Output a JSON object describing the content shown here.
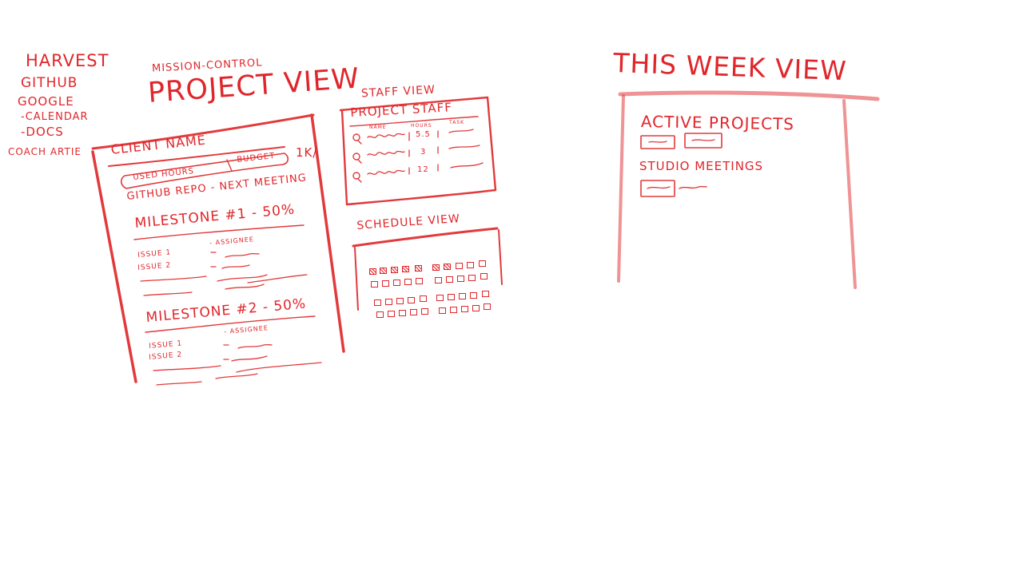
{
  "integrations": {
    "items": [
      "HARVEST",
      "GITHUB",
      "GOOGLE",
      "-CALENDAR",
      "-DOCS",
      "COACH ARTIE"
    ]
  },
  "project_view": {
    "caption": "MISSION-CONTROL",
    "heading": "PROJECT VIEW",
    "client_name": "CLIENT NAME",
    "k_label": "1K/",
    "used_hours_label": "USED HOURS",
    "budget_label": "BUDGET",
    "repo_line": "GITHUB REPO - NEXT MEETING",
    "milestones": [
      {
        "title": "MILESTONE #1 - 50%",
        "assignee": "- ASSIGNEE",
        "issues": [
          "ISSUE 1",
          "ISSUE 2"
        ]
      },
      {
        "title": "MILESTONE #2 - 50%",
        "assignee": "- ASSIGNEE",
        "issues": [
          "ISSUE 1",
          "ISSUE 2"
        ]
      }
    ]
  },
  "staff_view": {
    "heading": "STAFF VIEW",
    "title": "PROJECT STAFF",
    "columns": [
      "NAME",
      "HOURS",
      "TASK"
    ],
    "rows": [
      {
        "hours": "5.5"
      },
      {
        "hours": "3"
      },
      {
        "hours": "12"
      }
    ]
  },
  "schedule_view": {
    "heading": "SCHEDULE VIEW"
  },
  "this_week_view": {
    "heading": "THIS WEEK VIEW",
    "active_projects_label": "ACTIVE PROJECTS",
    "studio_meetings_label": "STUDIO MEETINGS"
  },
  "colors": {
    "ink": "#e0262b"
  }
}
